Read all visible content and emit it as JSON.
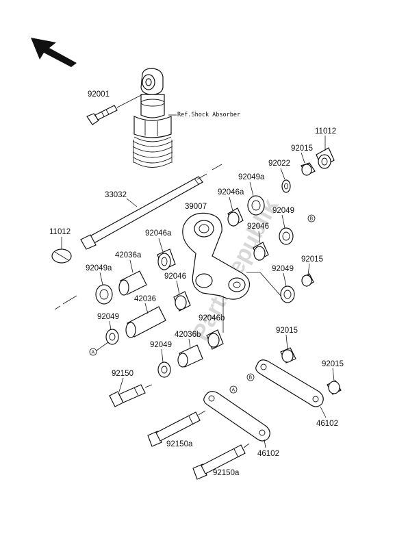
{
  "watermark": "PartsRepublik",
  "ref_note": "Ref.Shock Absorber",
  "circle_markers": {
    "a": "A",
    "b": "B"
  },
  "labels": {
    "p92001": "92001",
    "p11012_top": "11012",
    "p92015_top": "92015",
    "p92022": "92022",
    "p92049a_top": "92049a",
    "p92046a_top": "92046a",
    "p33032": "33032",
    "p39007": "39007",
    "p92049_r1": "92049",
    "p92046_r": "92046",
    "p11012_left": "11012",
    "p92046a_mid": "92046a",
    "p42036a": "42036a",
    "p92049a_left": "92049a",
    "p92046_mid": "92046",
    "p92049_r2": "92049",
    "p92015_r": "92015",
    "p42036": "42036",
    "p92049_left": "92049",
    "p92046b": "92046b",
    "p42036b": "42036b",
    "p92049_mid": "92049",
    "p92015_low": "92015",
    "p92015_low2": "92015",
    "p92150": "92150",
    "p46102_r": "46102",
    "p92150a_1": "92150a",
    "p46102_l": "46102",
    "p92150a_2": "92150a"
  }
}
